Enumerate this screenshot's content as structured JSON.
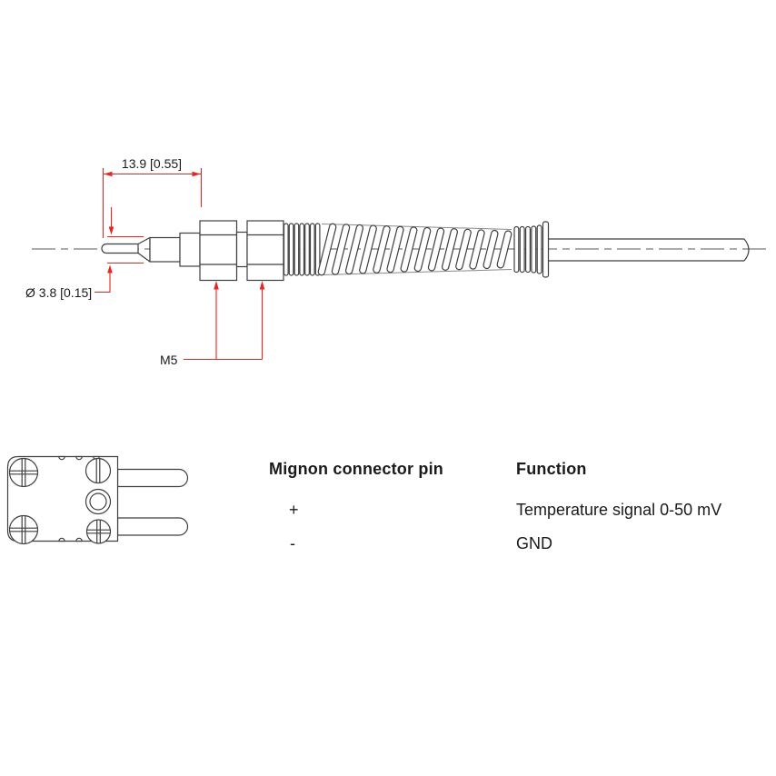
{
  "probe_drawing": {
    "dim_length": "13.9 [0.55]",
    "dim_diameter": "Ø 3.8 [0.15]",
    "dim_thread": "M5"
  },
  "pin_table": {
    "col_pin": "Mignon connector pin",
    "col_function": "Function",
    "rows": [
      {
        "pin": "+",
        "function": "Temperature signal 0-50 mV"
      },
      {
        "pin": "-",
        "function": "GND"
      }
    ]
  },
  "colors": {
    "line": "#3f3f3f",
    "red": "#e8251f",
    "text": "#1a1a1a"
  }
}
